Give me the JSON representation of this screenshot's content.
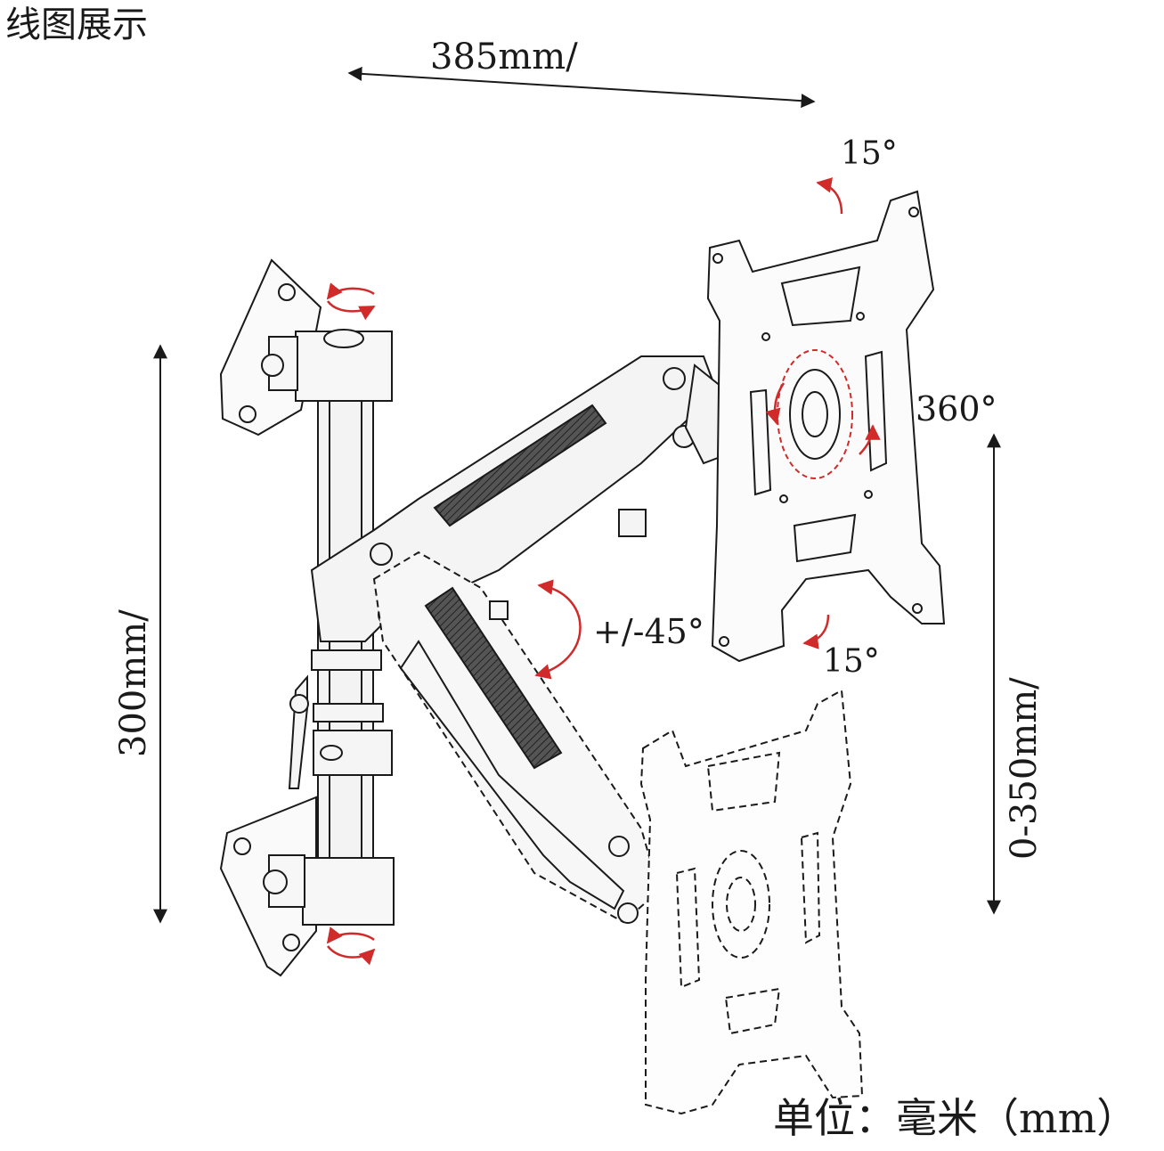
{
  "title": "线图展示",
  "dimensions": {
    "arm_reach": "385mm/",
    "pole_height": "300mm/",
    "height_range": "0-350mm/"
  },
  "angles": {
    "tilt_top": "15°",
    "rotation": "360°",
    "arm_pivot": "+/-45°",
    "tilt_bottom": "15°"
  },
  "unit_note": "单位：毫米（mm）",
  "colors": {
    "line": "#1a1a1a",
    "arrow_red": "#d02a2a",
    "hatch": "#3a3a3a"
  }
}
